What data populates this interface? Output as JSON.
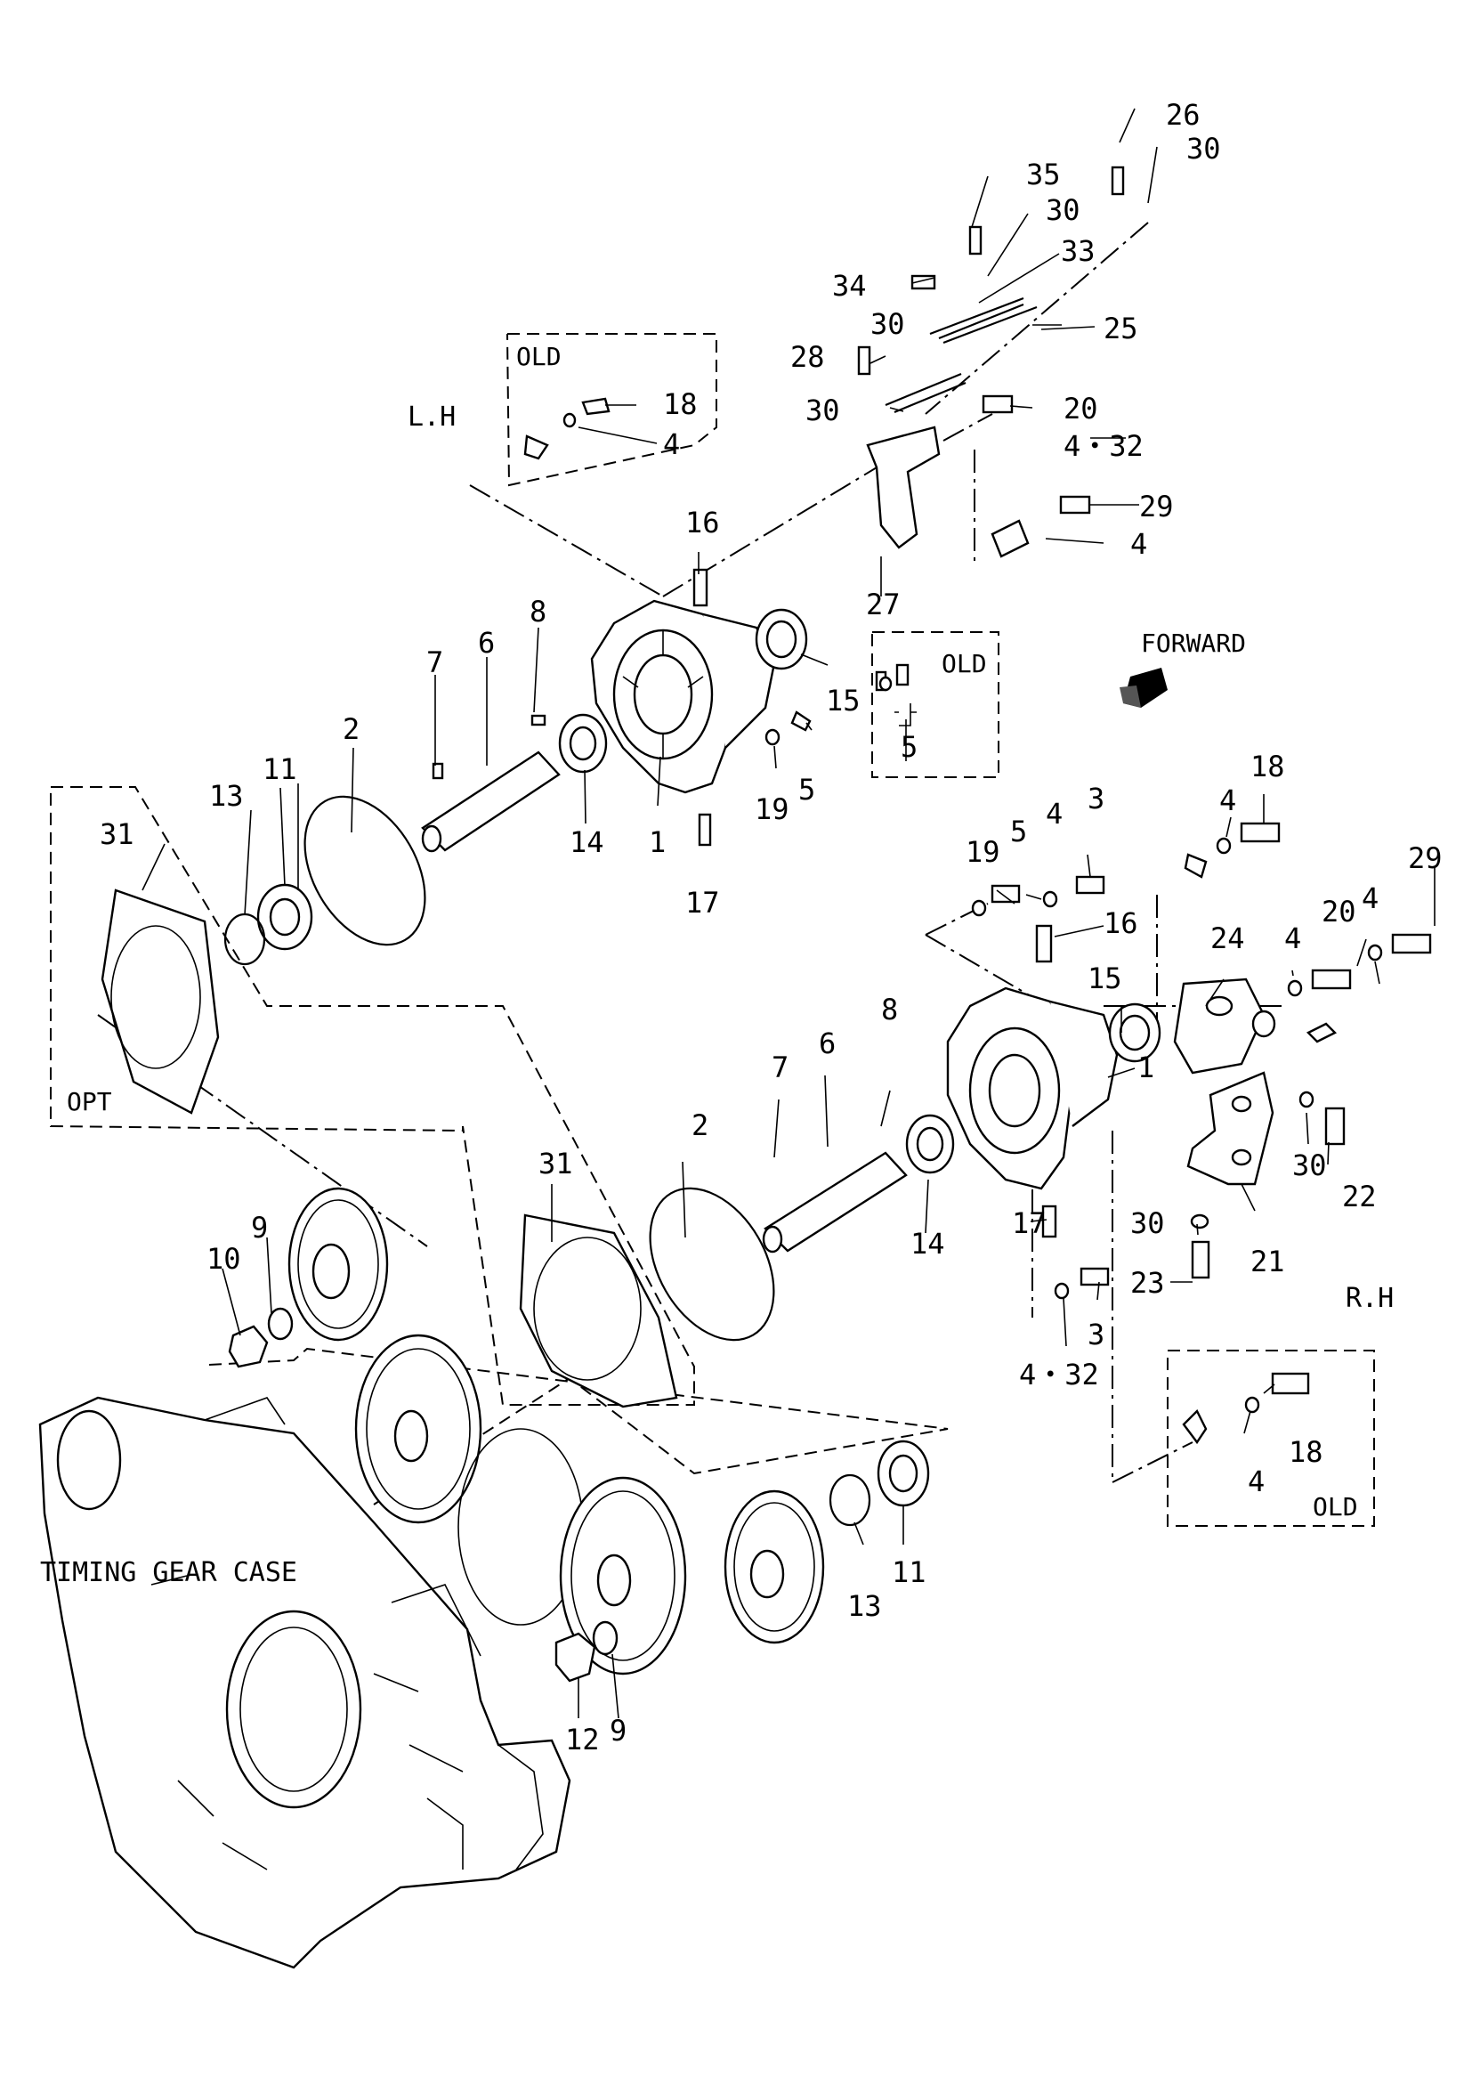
{
  "labels": {
    "lh": "L.H",
    "rh": "R.H",
    "old_lh": "OLD",
    "old_mid": "OLD",
    "old_rh": "OLD",
    "opt": "OPT",
    "forward": "FORWARD",
    "timing": "TIMING GEAR CASE"
  },
  "callouts": [
    {
      "id": "c26",
      "text": "26"
    },
    {
      "id": "c30a",
      "text": "30"
    },
    {
      "id": "c35",
      "text": "35"
    },
    {
      "id": "c30b",
      "text": "30"
    },
    {
      "id": "c33",
      "text": "33"
    },
    {
      "id": "c34",
      "text": "34"
    },
    {
      "id": "c30c",
      "text": "30"
    },
    {
      "id": "c25",
      "text": "25"
    },
    {
      "id": "c28",
      "text": "28"
    },
    {
      "id": "c30d",
      "text": "30"
    },
    {
      "id": "c20a",
      "text": "20"
    },
    {
      "id": "c432a",
      "text": "4・32"
    },
    {
      "id": "c29a",
      "text": "29"
    },
    {
      "id": "c4a",
      "text": "4"
    },
    {
      "id": "c27",
      "text": "27"
    },
    {
      "id": "c18a",
      "text": "18"
    },
    {
      "id": "c4b",
      "text": "4"
    },
    {
      "id": "c16a",
      "text": "16"
    },
    {
      "id": "c15a",
      "text": "15"
    },
    {
      "id": "c5a",
      "text": "5"
    },
    {
      "id": "c19a",
      "text": "19"
    },
    {
      "id": "c5b",
      "text": "5"
    },
    {
      "id": "c8a",
      "text": "8"
    },
    {
      "id": "c7a",
      "text": "7"
    },
    {
      "id": "c6a",
      "text": "6"
    },
    {
      "id": "c2a",
      "text": "2"
    },
    {
      "id": "c13a",
      "text": "13"
    },
    {
      "id": "c11a",
      "text": "11"
    },
    {
      "id": "c31a",
      "text": "31"
    },
    {
      "id": "c14a",
      "text": "14"
    },
    {
      "id": "c1a",
      "text": "1"
    },
    {
      "id": "c17a",
      "text": "17"
    },
    {
      "id": "c18b",
      "text": "18"
    },
    {
      "id": "c4c",
      "text": "4"
    },
    {
      "id": "c29b",
      "text": "29"
    },
    {
      "id": "c20b",
      "text": "20"
    },
    {
      "id": "c4d",
      "text": "4"
    },
    {
      "id": "c4e",
      "text": "4"
    },
    {
      "id": "c19b",
      "text": "19"
    },
    {
      "id": "c5c",
      "text": "5"
    },
    {
      "id": "c4f",
      "text": "4"
    },
    {
      "id": "c3a",
      "text": "3"
    },
    {
      "id": "c16b",
      "text": "16"
    },
    {
      "id": "c24",
      "text": "24"
    },
    {
      "id": "c15b",
      "text": "15"
    },
    {
      "id": "c1b",
      "text": "1"
    },
    {
      "id": "c8b",
      "text": "8"
    },
    {
      "id": "c7b",
      "text": "7"
    },
    {
      "id": "c6b",
      "text": "6"
    },
    {
      "id": "c2b",
      "text": "2"
    },
    {
      "id": "c31b",
      "text": "31"
    },
    {
      "id": "c14b",
      "text": "14"
    },
    {
      "id": "c17b",
      "text": "17"
    },
    {
      "id": "c30e",
      "text": "30"
    },
    {
      "id": "c22",
      "text": "22"
    },
    {
      "id": "c30f",
      "text": "30"
    },
    {
      "id": "c21",
      "text": "21"
    },
    {
      "id": "c23",
      "text": "23"
    },
    {
      "id": "c3b",
      "text": "3"
    },
    {
      "id": "c432b",
      "text": "4・32"
    },
    {
      "id": "c18c",
      "text": "18"
    },
    {
      "id": "c4g",
      "text": "4"
    },
    {
      "id": "c9a",
      "text": "9"
    },
    {
      "id": "c10",
      "text": "10"
    },
    {
      "id": "c13b",
      "text": "13"
    },
    {
      "id": "c11b",
      "text": "11"
    },
    {
      "id": "c12",
      "text": "12"
    },
    {
      "id": "c9b",
      "text": "9"
    }
  ]
}
